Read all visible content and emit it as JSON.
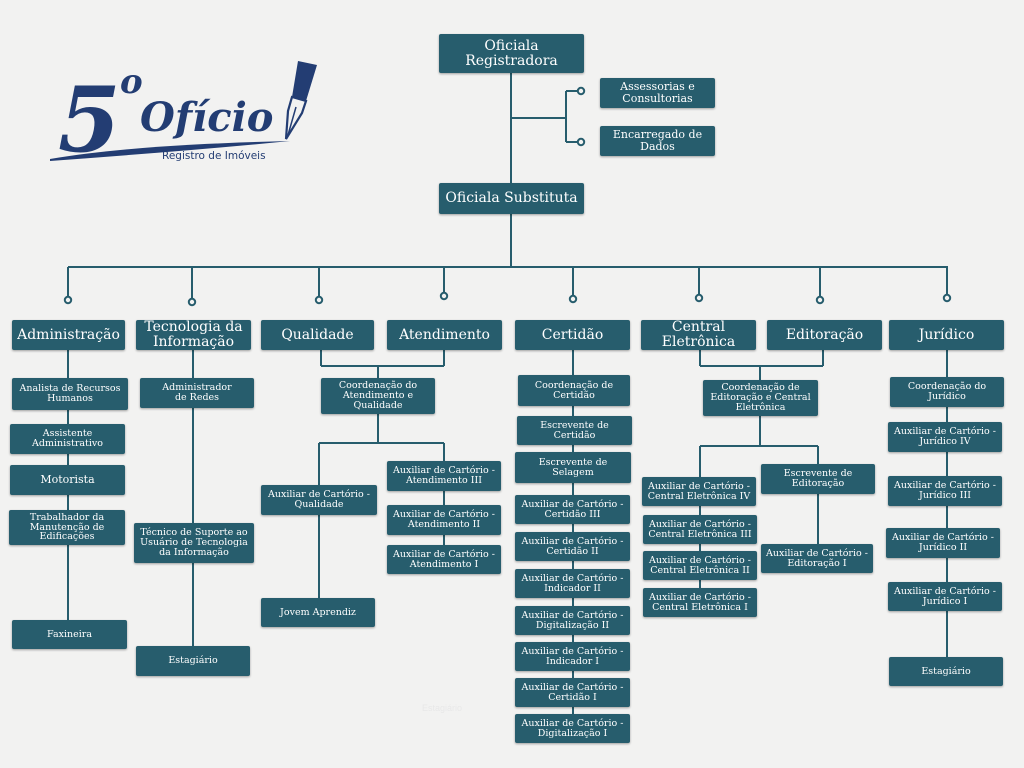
{
  "logo": {
    "number": "5",
    "degree": "o",
    "name": "Ofício",
    "subtitle": "Registro de Imóveis"
  },
  "colors": {
    "box": "#275d6d",
    "line": "#275d6d",
    "background": "#f2f2f1",
    "logo_blue": "#233d73"
  },
  "top": {
    "registradora": "Oficiala\nRegistradora",
    "assessorias": "Assessorias e\nConsultorias",
    "encarregado": "Encarregado de\nDados",
    "substituta": "Oficiala Substituta"
  },
  "departments": {
    "administracao": "Administração",
    "tecnologia": "Tecnologia da\nInformação",
    "qualidade": "Qualidade",
    "atendimento": "Atendimento",
    "certidao": "Certidão",
    "central": "Central\nEletrônica",
    "editoracao": "Editoração",
    "juridico": "Jurídico"
  },
  "administracao_roles": [
    "Analista de Recursos\nHumanos",
    "Assistente\nAdministrativo",
    "Motorista",
    "Trabalhador da\nManutenção de\nEdificações",
    "Faxineira"
  ],
  "ti_roles": [
    "Administrador\nde Redes",
    "Técnico de Suporte ao\nUsuário de Tecnologia\nda Informação",
    "Estagiário"
  ],
  "qualidade_atendimento": {
    "coordenacao": "Coordenação do\nAtendimento e\nQualidade",
    "aux_qualidade": "Auxiliar de Cartório -\nQualidade",
    "jovem": "Jovem Aprendiz",
    "aux_atend_3": "Auxiliar de Cartório -\nAtendimento III",
    "aux_atend_2": "Auxiliar de Cartório -\nAtendimento II",
    "aux_atend_1": "Auxiliar de Cartório -\nAtendimento I"
  },
  "certidao_roles": [
    "Coordenação de\nCertidão",
    "Escrevente de Certidão",
    "Escrevente de Selagem",
    "Auxiliar de Cartório -\nCertidão III",
    "Auxiliar de Cartório -\nCertidão II",
    "Auxiliar de Cartório -\nIndicador II",
    "Auxiliar de Cartório -\nDigitalização II",
    "Auxiliar de Cartório -\nIndicador I",
    "Auxiliar de Cartório -\nCertidão I",
    "Auxiliar de Cartório -\nDigitalização I"
  ],
  "central_editoracao": {
    "coordenacao": "Coordenação de\nEditoração e  Central\nEletrônica",
    "central_iv": "Auxiliar de Cartório -\nCentral  Eletrônica IV",
    "central_iii": "Auxiliar de Cartório -\nCentral Eletrônica III",
    "central_ii": "Auxiliar de Cartório -\nCentral Eletrônica II",
    "central_i": "Auxiliar de Cartório -\nCentral Eletrônica I",
    "escrevente": "Escrevente de\nEditoração",
    "aux_editoracao": "Auxiliar de Cartório -\nEditoração I"
  },
  "juridico_roles": [
    "Coordenação do\nJurídico",
    "Auxiliar de Cartório -\nJurídico IV",
    "Auxiliar de Cartório -\nJurídico III",
    "Auxiliar de Cartório -\nJurídico II",
    "Auxiliar de Cartório -\nJurídico I",
    "Estagiário"
  ],
  "watermark": "Estagiário"
}
